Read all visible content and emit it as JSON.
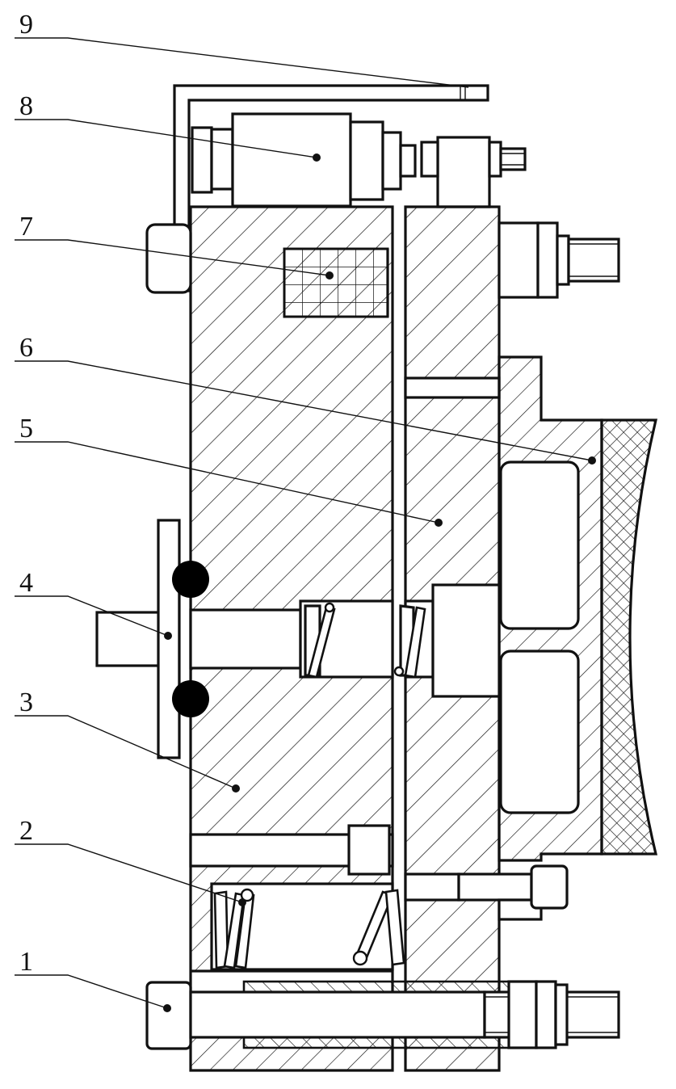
{
  "diagram": {
    "colors": {
      "line": "#111111",
      "background": "#ffffff",
      "ball": "#000000"
    },
    "labels": [
      {
        "id": "label-9",
        "text": "9"
      },
      {
        "id": "label-8",
        "text": "8"
      },
      {
        "id": "label-7",
        "text": "7"
      },
      {
        "id": "label-6",
        "text": "6"
      },
      {
        "id": "label-5",
        "text": "5"
      },
      {
        "id": "label-4",
        "text": "4"
      },
      {
        "id": "label-3",
        "text": "3"
      },
      {
        "id": "label-2",
        "text": "2"
      },
      {
        "id": "label-1",
        "text": "1"
      }
    ]
  }
}
